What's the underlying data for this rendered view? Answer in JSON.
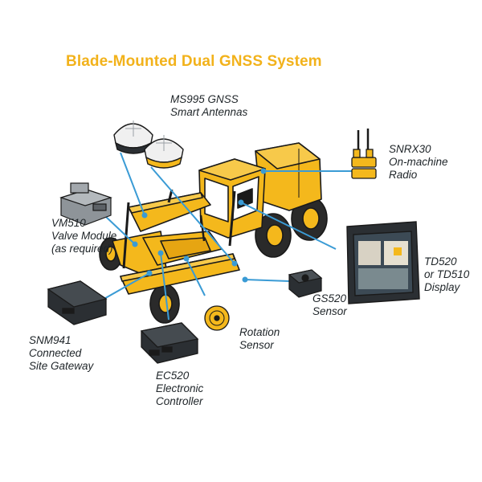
{
  "title": "Blade-Mounted Dual GNSS System",
  "colors": {
    "title": "#f2b21b",
    "machine": "#f4b81c",
    "connector": "#3a9bd5",
    "device": "#2b2f33",
    "text": "#1e2428"
  },
  "components": [
    {
      "id": "ms995",
      "icon": "gnss-antenna-icon",
      "lines": [
        "MS995 GNSS",
        "Smart Antennas"
      ]
    },
    {
      "id": "snrx30",
      "icon": "radio-icon",
      "lines": [
        "SNRX30",
        "On-machine",
        "Radio"
      ]
    },
    {
      "id": "vm510",
      "icon": "valve-module-icon",
      "lines": [
        "VM510",
        "Valve Module",
        "(as required)"
      ]
    },
    {
      "id": "td520",
      "icon": "display-tablet-icon",
      "lines": [
        "TD520",
        "or TD510",
        "Display"
      ]
    },
    {
      "id": "gs520",
      "icon": "gs520-sensor-icon",
      "lines": [
        "GS520",
        "Sensor"
      ]
    },
    {
      "id": "snm941",
      "icon": "site-gateway-icon",
      "lines": [
        "SNM941",
        "Connected",
        "Site Gateway"
      ]
    },
    {
      "id": "rotation",
      "icon": "rotation-sensor-icon",
      "lines": [
        "Rotation",
        "Sensor"
      ]
    },
    {
      "id": "ec520",
      "icon": "electronic-controller-icon",
      "lines": [
        "EC520",
        "Electronic",
        "Controller"
      ]
    }
  ]
}
